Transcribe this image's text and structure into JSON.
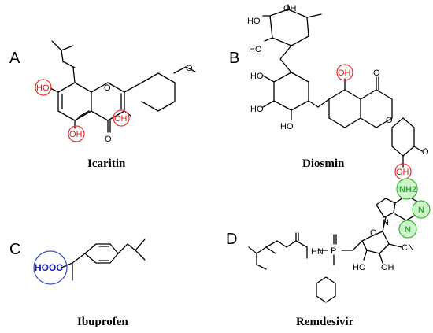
{
  "panels": [
    {
      "letter": "A",
      "name": "Icaritin",
      "highlights": [
        "HO",
        "OH",
        "OH"
      ],
      "highlight_color": "#e03a3a",
      "labels": {
        "methoxy": "O",
        "ring_o": "O",
        "carbonyl": "O"
      }
    },
    {
      "letter": "B",
      "name": "Diosmin",
      "highlights": [
        "OH",
        "OH"
      ],
      "highlight_color": "#e03a3a",
      "labels": {
        "sugar_oh": [
          "HO",
          "HO",
          "HO",
          "HO",
          "HO",
          "OH"
        ],
        "ring_o": "O",
        "carbonyl": "O",
        "methoxy": "O"
      }
    },
    {
      "letter": "C",
      "name": "Ibuprofen",
      "highlights": [
        "HOOC"
      ],
      "highlight_color": "#3a52c8"
    },
    {
      "letter": "D",
      "name": "Remdesivir",
      "highlights": [
        "NH2",
        "N",
        "N"
      ],
      "highlight_color": "#3bb33b",
      "labels": {
        "hn": "HN",
        "p": "P",
        "ho_left": "HO",
        "oh_right": "OH",
        "cn": "CN",
        "o": "O",
        "n_ring": "N"
      }
    }
  ]
}
